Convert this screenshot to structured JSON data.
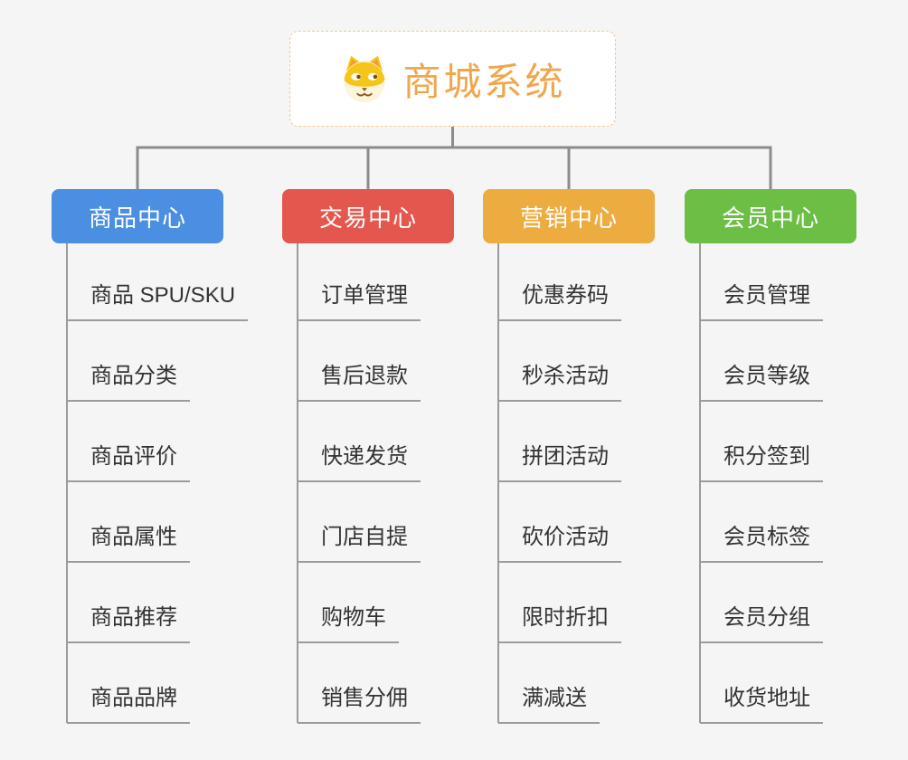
{
  "canvas": {
    "background": "#F5F5F5",
    "connector_color": "#8C8C8C",
    "leaf_line_color": "#9B9B9B"
  },
  "root": {
    "title": "商城系统",
    "title_color": "#F0A64C",
    "border_color": "#F2CA8C",
    "icon": "doge-icon"
  },
  "branches": [
    {
      "label": "商品中心",
      "color": "#4A8FE2",
      "children": [
        "商品 SPU/SKU",
        "商品分类",
        "商品评价",
        "商品属性",
        "商品推荐",
        "商品品牌"
      ]
    },
    {
      "label": "交易中心",
      "color": "#E4574F",
      "children": [
        "订单管理",
        "售后退款",
        "快递发货",
        "门店自提",
        "购物车",
        "销售分佣"
      ]
    },
    {
      "label": "营销中心",
      "color": "#EDAC40",
      "children": [
        "优惠券码",
        "秒杀活动",
        "拼团活动",
        "砍价活动",
        "限时折扣",
        "满减送"
      ]
    },
    {
      "label": "会员中心",
      "color": "#6CBE44",
      "children": [
        "会员管理",
        "会员等级",
        "积分签到",
        "会员标签",
        "会员分组",
        "收货地址"
      ]
    }
  ]
}
